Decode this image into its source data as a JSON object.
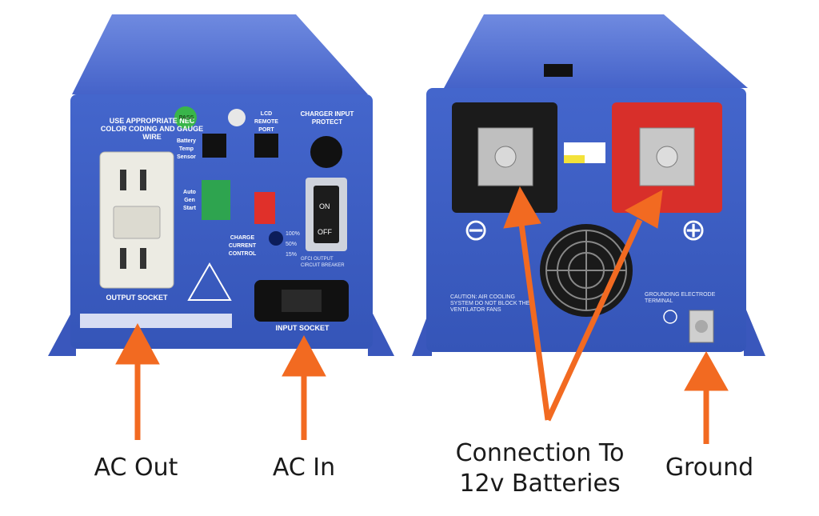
{
  "labels": {
    "ac_out": "AC Out",
    "ac_in": "AC In",
    "batteries_line1": "Connection To",
    "batteries_line2": "12v Batteries",
    "ground": "Ground"
  },
  "left_panel": {
    "color_coding_note": "USE APPROPRIATE NEC COLOR CODING AND GAUGE WIRE",
    "pass_badge": "PASS",
    "lcd_port": "LCD REMOTE PORT",
    "battery_temp": "Battery Temp Sensor",
    "charger_input": "CHARGER INPUT PROTECT",
    "auto_gen": "Auto Gen Start",
    "charge_control": "CHARGE CURRENT CONTROL",
    "pct_100": "100%",
    "pct_50": "50%",
    "pct_15": "15%",
    "switch_on": "ON",
    "switch_off": "OFF",
    "gfci": "GFCI OUTPUT CIRCUIT BREAKER",
    "output_socket": "OUTPUT SOCKET",
    "input_socket": "INPUT SOCKET"
  },
  "right_panel": {
    "minus": "⊖",
    "plus": "⊕",
    "caution": "CAUTION: AIR COOLING SYSTEM DO NOT BLOCK THE VENTILATOR FANS",
    "grounding": "GROUNDING ELECTRODE TERMINAL"
  },
  "colors": {
    "housing": "#3f5fc8",
    "housing_dark": "#2e4aa8",
    "arrow": "#f26a21",
    "terminal_red": "#d82f2a",
    "terminal_black": "#1b1b1b"
  }
}
